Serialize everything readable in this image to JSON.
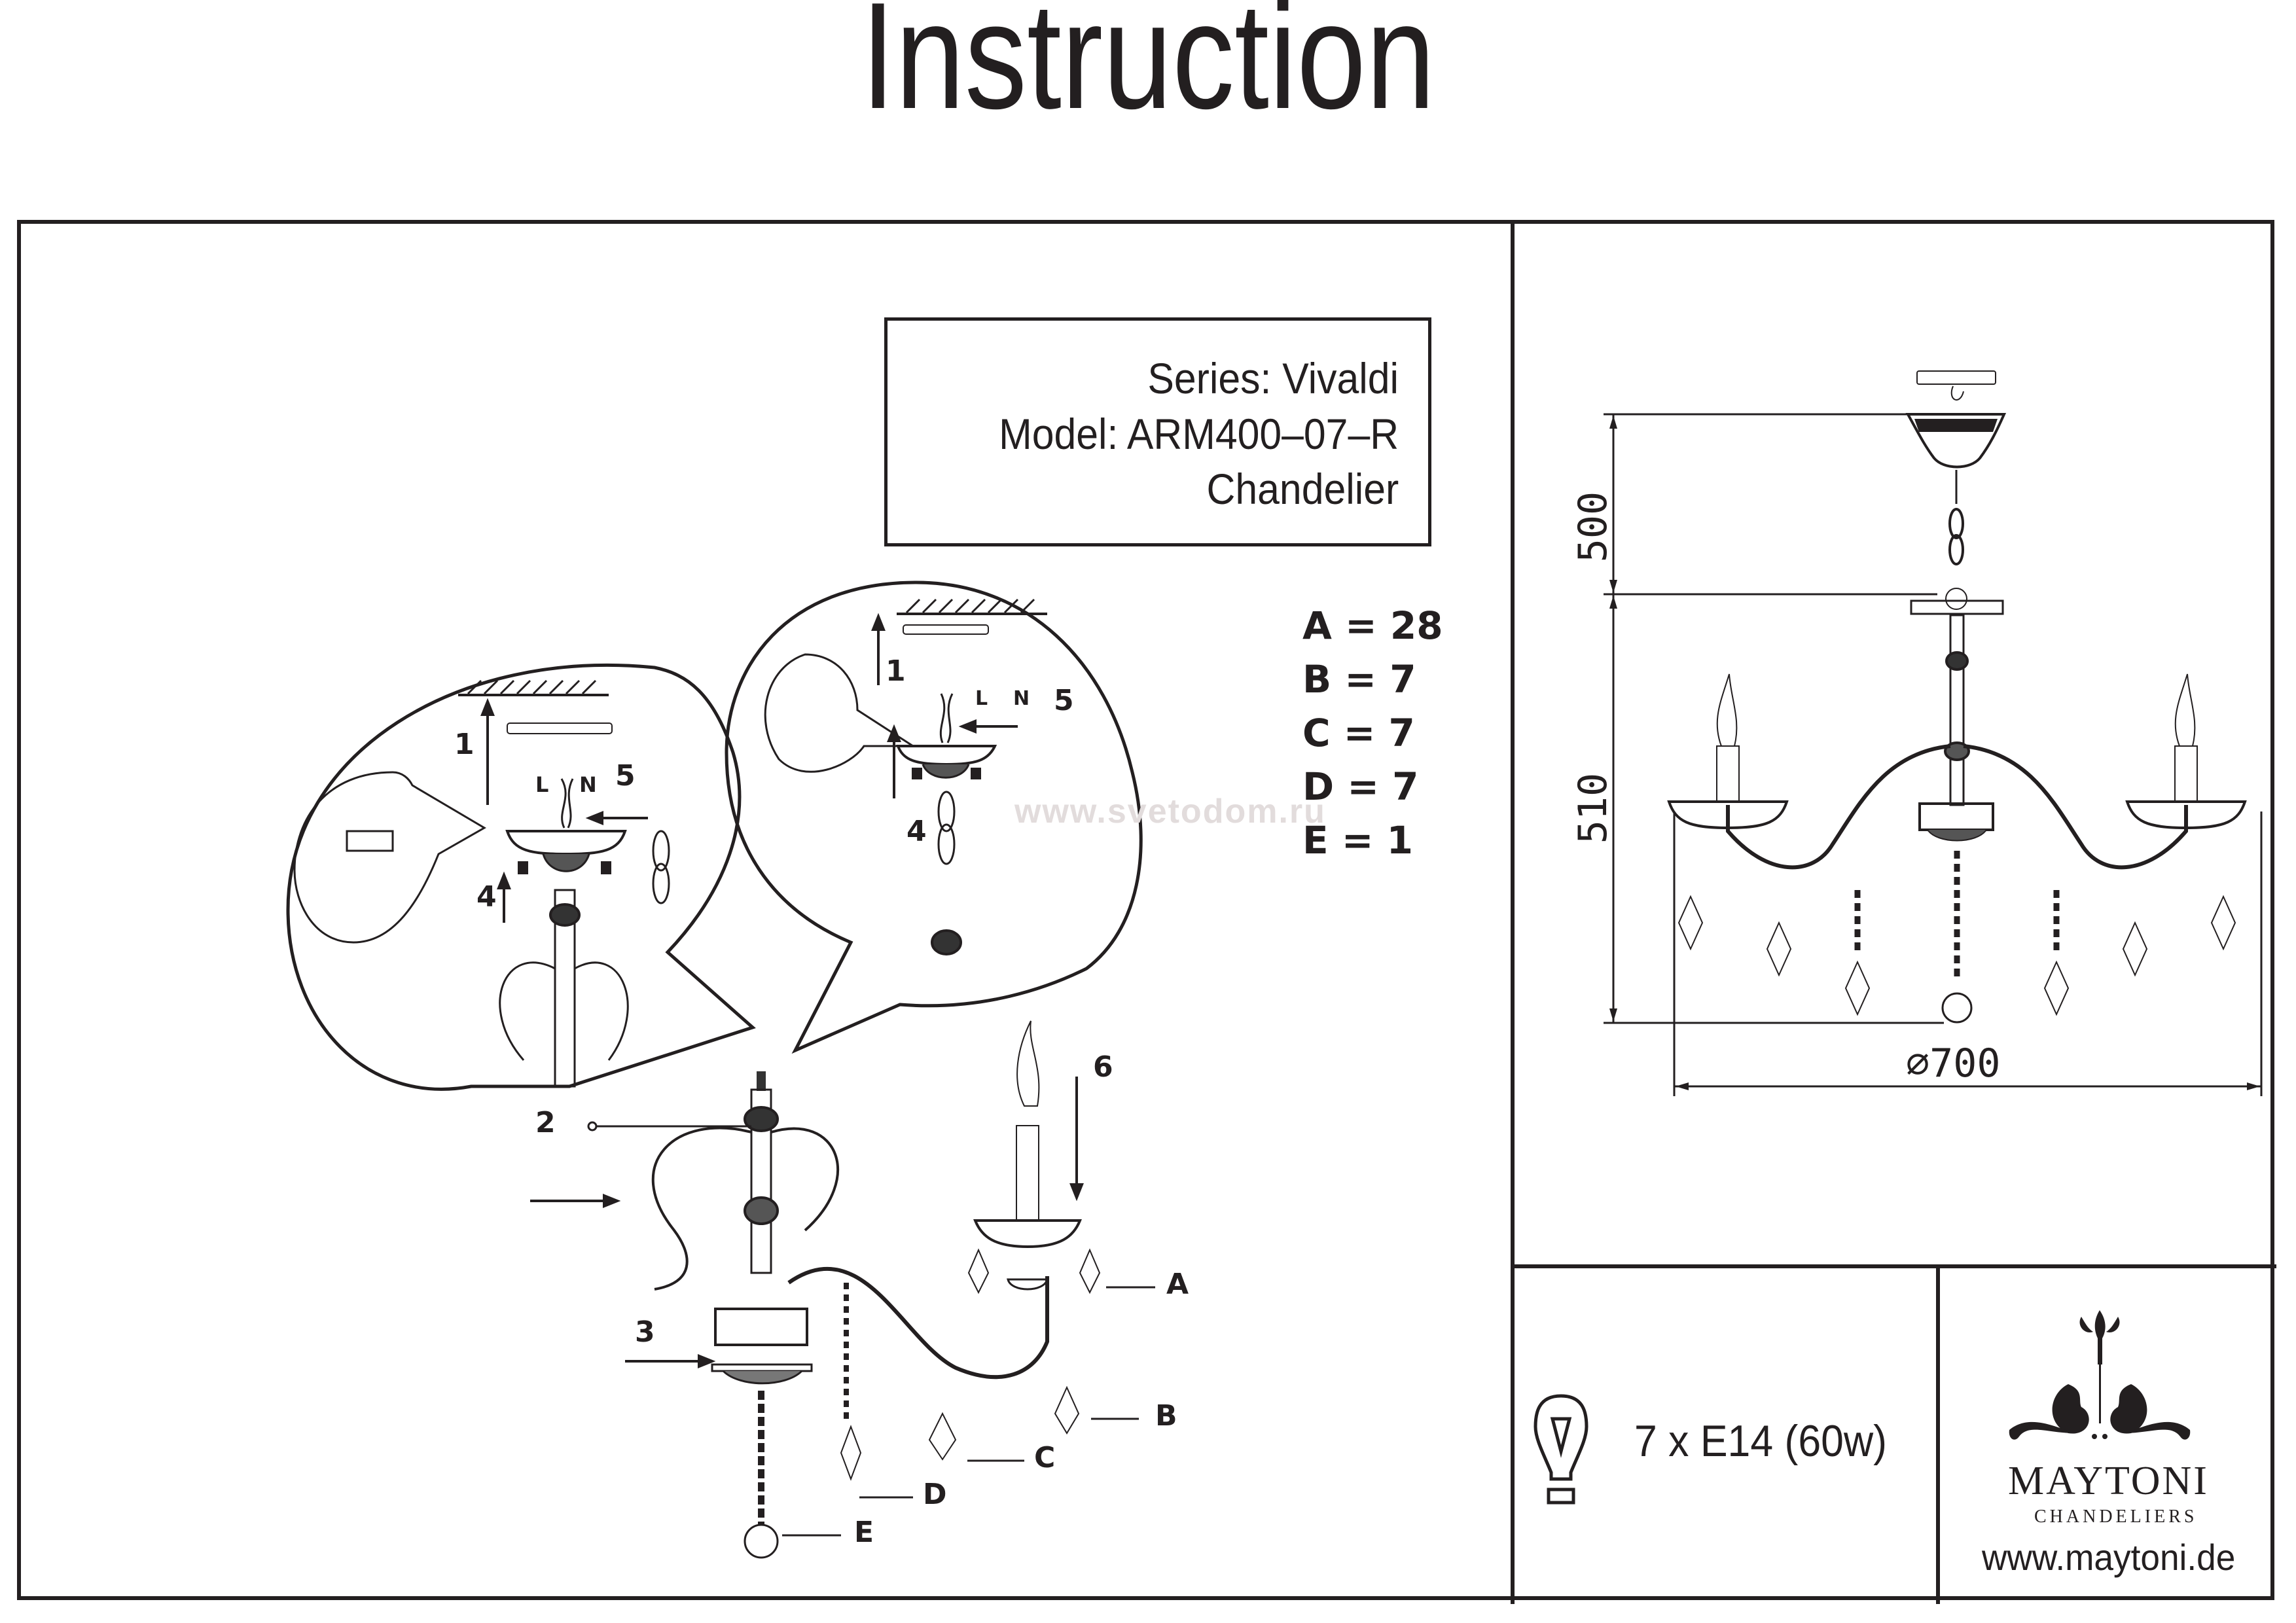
{
  "document": {
    "title": "Instruction",
    "watermark": "www.svetodom.ru"
  },
  "product": {
    "series": "Series: Vivaldi",
    "model": "Model: ARM400–07–R",
    "type": "Chandelier"
  },
  "parts": [
    {
      "label": "A = 28"
    },
    {
      "label": "B = 7"
    },
    {
      "label": "C = 7"
    },
    {
      "label": "D = 7"
    },
    {
      "label": "E = 1"
    }
  ],
  "assembly": {
    "steps": [
      "1",
      "2",
      "3",
      "4",
      "5",
      "6"
    ],
    "wire_labels": {
      "live": "L",
      "neutral": "N"
    },
    "part_callouts": [
      "A",
      "B",
      "C",
      "D",
      "E"
    ]
  },
  "dimensions": {
    "suspension_height": "500",
    "body_height": "510",
    "diameter": "⌀700"
  },
  "bulb": {
    "icon": "light-bulb-icon",
    "spec": "7 x E14 (60w)"
  },
  "brand": {
    "logo_icon": "maytoni-ornament-icon",
    "name": "MAYTONI",
    "tagline": "CHANDELIERS",
    "website": "www.maytoni.de"
  }
}
